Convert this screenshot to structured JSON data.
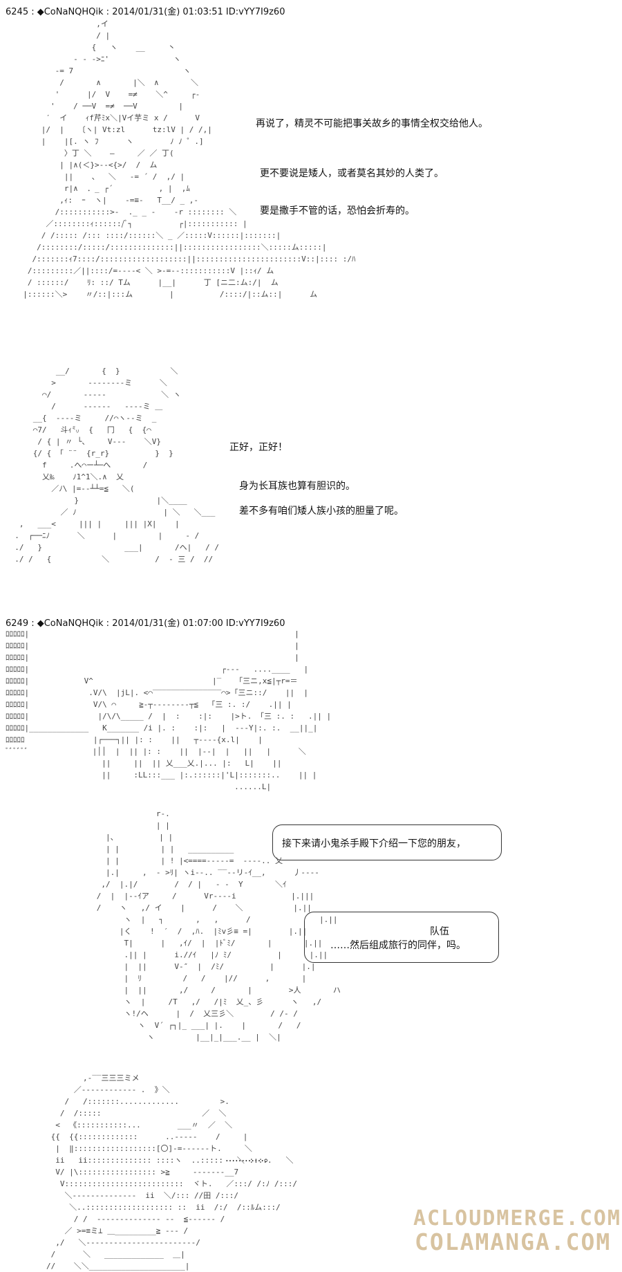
{
  "posts": [
    {
      "header": "6245 : ◆CoNaNQHQik : 2014/01/31(金) 01:03:51 ID:vYY7I9z60"
    },
    {
      "header": "6249 : ◆CoNaNQHQik : 2014/01/31(金) 01:07:00 ID:vYY7I9z60"
    }
  ],
  "dialogue": {
    "line1": "再说了，精灵不可能把事关故乡的事情全权交给他人。",
    "line2": "更不要说是矮人，或者莫名其妙的人类了。",
    "line3": "要是撒手不管的话，恐怕会折寿的。",
    "line4": "正好，正好！",
    "line5": "身为长耳族也算有胆识的。",
    "line6": "差不多有咱们矮人族小孩的胆量了呢。",
    "line7": "接下来请小鬼杀手殿下介绍一下您的朋友，",
    "line8": "队伍",
    "line9": "……然后组成旅行的同伴，吗。",
    "line10": "…………。"
  },
  "watermark": {
    "line1": "ACLOUDMERGE.COM",
    "line2": "COLAMANGA.COM"
  }
}
